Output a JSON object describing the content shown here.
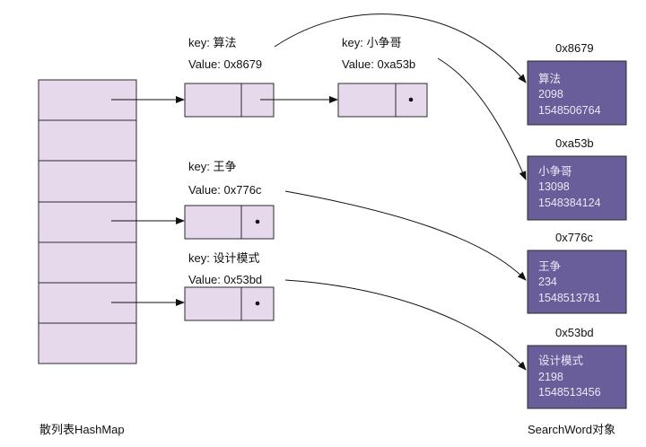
{
  "hashmap": {
    "caption": "散列表HashMap",
    "bucket_count": 7
  },
  "entries": [
    {
      "key_label": "key: 算法",
      "value_label": "Value: 0x8679"
    },
    {
      "key_label": "key: 小争哥",
      "value_label": "Value: 0xa53b"
    },
    {
      "key_label": "key: 王争",
      "value_label": "Value: 0x776c"
    },
    {
      "key_label": "key: 设计模式",
      "value_label": "Value: 0x53bd"
    }
  ],
  "objects": [
    {
      "address": "0x8679",
      "name": "算法",
      "number": "2098",
      "timestamp": "1548506764"
    },
    {
      "address": "0xa53b",
      "name": "小争哥",
      "number": "13098",
      "timestamp": "1548384124"
    },
    {
      "address": "0x776c",
      "name": "王争",
      "number": "234",
      "timestamp": "1548513781"
    },
    {
      "address": "0x53bd",
      "name": "设计模式",
      "number": "2198",
      "timestamp": "1548513456"
    }
  ],
  "objects_caption": "SearchWord对象",
  "colors": {
    "node_fill": "#e6d9ec",
    "object_fill": "#6a5e9a",
    "object_text": "#ece8f6"
  }
}
